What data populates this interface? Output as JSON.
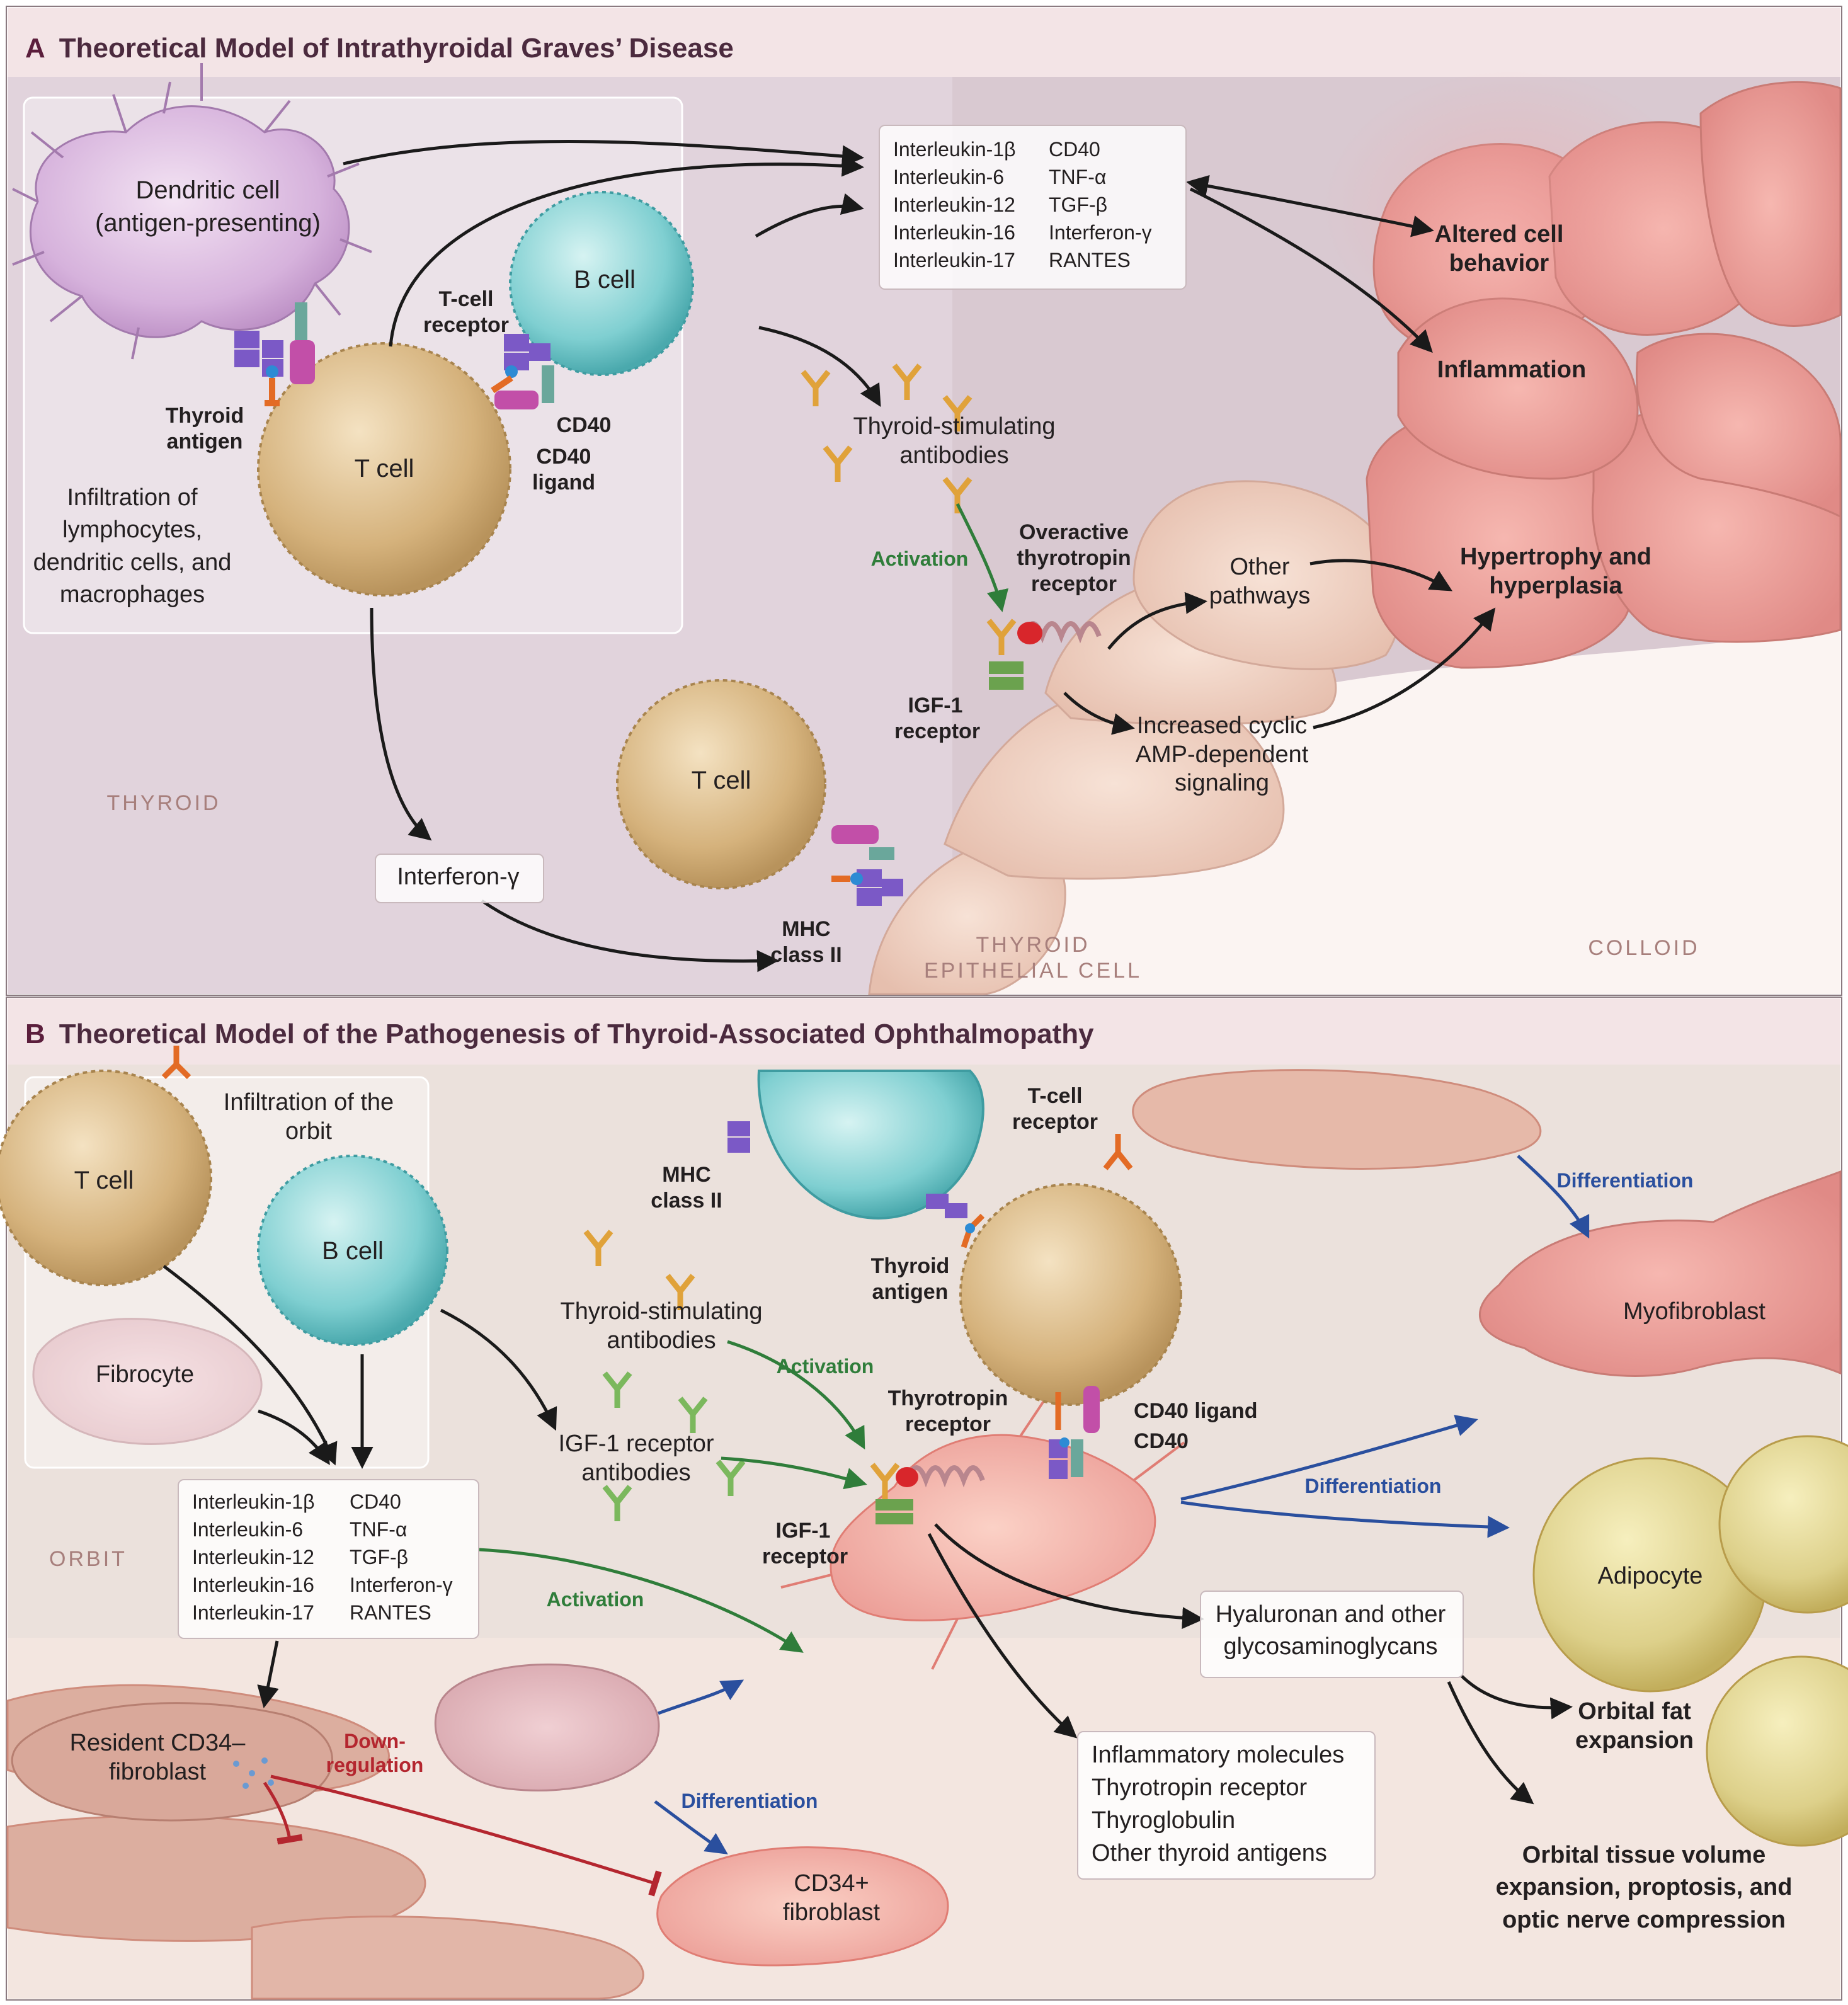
{
  "panel_a": {
    "letter": "A",
    "title": "Theoretical Model of Intrathyroidal Graves’ Disease",
    "dendritic_cell": "Dendritic cell",
    "dendritic_cell_sub": "(antigen-presenting)",
    "b_cell": "B cell",
    "t_cell": "T cell",
    "t_cell_2": "T cell",
    "t_cell_receptor": "T-cell receptor",
    "thyroid_antigen": "Thyroid antigen",
    "cd40": "CD40",
    "cd40_ligand": "CD40 ligand",
    "infiltration": "Infiltration of lymphocytes, dendritic cells, and macrophages",
    "cytokines_left": [
      "Interleukin-1β",
      "Interleukin-6",
      "Interleukin-12",
      "Interleukin-16",
      "Interleukin-17"
    ],
    "cytokines_right": [
      "CD40",
      "TNF-α",
      "TGF-β",
      "Interferon-γ",
      "RANTES"
    ],
    "altered_cell_behavior": "Altered cell behavior",
    "inflammation": "Inflammation",
    "hypertrophy": "Hypertrophy and hyperplasia",
    "tsa": "Thyroid-stimulating antibodies",
    "activation": "Activation",
    "overactive_receptor": "Overactive thyrotropin receptor",
    "igf1_receptor": "IGF-1 receptor",
    "other_pathways": "Other pathways",
    "camp": "Increased cyclic AMP-dependent signaling",
    "interferon": "Interferon-γ",
    "mhc": "MHC class II",
    "thyroid": "THYROID",
    "thyroid_epithelial": "THYROID EPITHELIAL CELL",
    "colloid": "COLLOID"
  },
  "panel_b": {
    "letter": "B",
    "title": "Theoretical Model of the Pathogenesis of Thyroid-Associated Ophthalmopathy",
    "t_cell": "T cell",
    "b_cell": "B cell",
    "infiltration": "Infiltration of the orbit",
    "fibrocyte": "Fibrocyte",
    "mhc": "MHC class II",
    "t_cell_receptor": "T-cell receptor",
    "thyroid_antigen": "Thyroid antigen",
    "tsa": "Thyroid-stimulating antibodies",
    "activation_1": "Activation",
    "igf1_antibodies": "IGF-1 receptor antibodies",
    "thyrotropin_receptor": "Thyrotropin receptor",
    "igf1_receptor": "IGF-1 receptor",
    "cd40_ligand": "CD40 ligand",
    "cd40": "CD40",
    "differentiation_1": "Differentiation",
    "myofibroblast": "Myofibroblast",
    "differentiation_2": "Differentiation",
    "adipocyte": "Adipocyte",
    "cytokines_left": [
      "Interleukin-1β",
      "Interleukin-6",
      "Interleukin-12",
      "Interleukin-16",
      "Interleukin-17"
    ],
    "cytokines_right": [
      "CD40",
      "TNF-α",
      "TGF-β",
      "Interferon-γ",
      "RANTES"
    ],
    "orbit": "ORBIT",
    "activation_2": "Activation",
    "hyaluronan": "Hyaluronan and other glycosaminoglycans",
    "orbital_fat": "Orbital fat expansion",
    "orbital_tissue": "Orbital tissue volume expansion, proptosis, and optic nerve compression",
    "resident_fibroblast": "Resident CD34– fibroblast",
    "down_regulation": "Down-regulation",
    "differentiation_3": "Differentiation",
    "cd34_fibroblast": "CD34+ fibroblast",
    "inflammatory_list": [
      "Inflammatory molecules",
      "Thyrotropin receptor",
      "Thyroglobulin",
      "Other thyroid antigens"
    ]
  },
  "colors": {
    "header_bg": "#f3e4e6",
    "panel_a_bg": "#d9c8d0",
    "panel_b_bg": "#e9ddd8",
    "t_cell": "#d7b684",
    "b_cell": "#7fd0d2",
    "dendritic_cell": "#d7b3dd",
    "thyroid_cell": "#f0d2c4",
    "activation_green": "#2f7d3a",
    "differentiation_blue": "#2a4f9e",
    "downregulation_red": "#b4262f"
  }
}
